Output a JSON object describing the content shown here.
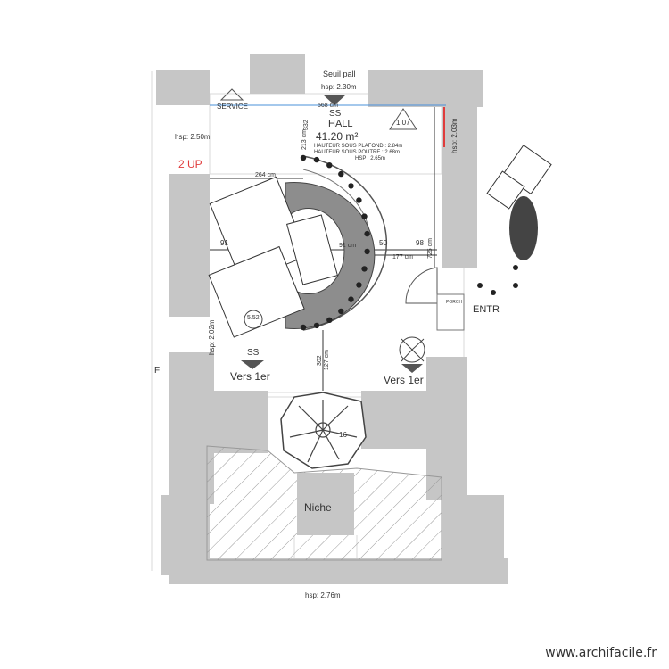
{
  "plan": {
    "title_top": "Seuil pall",
    "title_top_hsp": "hsp: 2.30m",
    "service": "SERVICE",
    "ss_top": "SS",
    "room": {
      "name": "HALL",
      "area": "41.20 m²",
      "h_plafond": "HAUTEUR SOUS PLAFOND : 2.84m",
      "h_poutre": "HAUTEUR SOUS POUTRE : 2.68m",
      "hsp": "HSP : 2.65m"
    },
    "badge_top": "1.07",
    "badge_mid": "5.52",
    "up_label": "2 UP",
    "hsp_left_top": "hsp: 2.50m",
    "hsp_right_top": "hsp: 2.03m",
    "hsp_left_mid": "hsp: 2.02m",
    "hsp_bottom": "hsp: 2.76m",
    "dimensions": {
      "d264": "264 cm",
      "d91a": "91",
      "d91b": "91 cm",
      "d50": "50",
      "d98": "98",
      "d177": "177 cm",
      "d725": "725 cm",
      "d213": "213 cm",
      "d332": "332",
      "d568": "568 cm",
      "d127": "127 cm",
      "d302": "302",
      "d16": "16"
    },
    "ss_left": "SS",
    "vers_left": "Vers 1er",
    "vers_right": "Vers 1er",
    "entry": "ENTR",
    "niche": "Niche",
    "porch": "PORCH",
    "letter_f": "F"
  },
  "colors": {
    "wall": "#c6c6c6",
    "stair": "#8d8d8d",
    "dot": "#222222",
    "accent_red": "#e03c3c",
    "ellipse": "#444444"
  },
  "watermark": "www.archifacile.fr"
}
